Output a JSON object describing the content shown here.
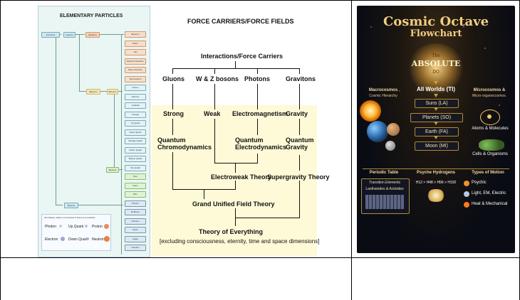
{
  "left_panel": {
    "title": "ELEMENTARY PARTICLES",
    "root": "All Known Particles",
    "nodes": [
      "Fermions",
      "Leptons",
      "Electron",
      "Muon",
      "Tau",
      "Electron Neutrino",
      "Muon Neutrino",
      "Tau Neutrino",
      "Hadrons",
      "Baryons",
      "Proton",
      "Neutron",
      "Lambda",
      "Omega",
      "Up Quark",
      "Down Quark",
      "Strange Quark",
      "Charm Quark",
      "Bottom Quark",
      "Top Quark",
      "Mesons",
      "Pion",
      "Kaon",
      "Rho",
      "Bosons",
      "Photon",
      "W Boson",
      "Z Boson",
      "Gluon",
      "Higgs",
      "Graviton"
    ],
    "legend_note": "All ordinary matter is composed of these four particles",
    "legend": [
      "Photon",
      "Up Quark",
      "Proton",
      "Electron",
      "Down Quark",
      "Neutron"
    ]
  },
  "forces": {
    "title": "FORCE CARRIERS/FORCE FIELDS",
    "subtitle": "Interactions/Force Carriers",
    "carriers": [
      "Gluons",
      "W & Z bosons",
      "Photons",
      "Gravitons"
    ],
    "forces": [
      "Strong",
      "Weak",
      "Electromagnetism",
      "Gravity"
    ],
    "theories_1": [
      "Quantum Chromodynamics",
      "Quantum Electrodynamics",
      "Quantum Gravity"
    ],
    "electroweak": "Electroweak Theory",
    "supergravity": "Supergravity Theory",
    "gut": "Grand Unified Field Theory",
    "toe": "Theory of Everything",
    "toe_note": "[excluding consciousness, eternity, time and space dimensions]"
  },
  "octave": {
    "title1": "Cosmic Octave",
    "title2": "Flowchart",
    "absolute_1": "The",
    "absolute_2": "ABSOLUTE",
    "absolute_3": "DO",
    "levels": [
      "All Worlds (TI)",
      "Suns (LA)",
      "Planets (SO)",
      "Earth (FA)",
      "Moon (MI)"
    ],
    "macro": "Macrocosmos",
    "macro_sub": "Cosmic Hierarchy",
    "micro": "Microcosmos &",
    "micro_sub": "Micro-organocosmos.",
    "atoms": "Atoms & Molecules",
    "cells": "Cells & Organisms",
    "bottom_heads": [
      "Periodic Table",
      "Psyche Hydrogens",
      "Types of Motion"
    ],
    "periodic_1": "Transition Elements",
    "periodic_2": "Lanthanides & Actinides",
    "hydrogens": "H12 > H48 > H96 > H192",
    "motions": [
      "Psychic",
      "Light, EM, Electric",
      "Heat & Mechanical"
    ]
  }
}
